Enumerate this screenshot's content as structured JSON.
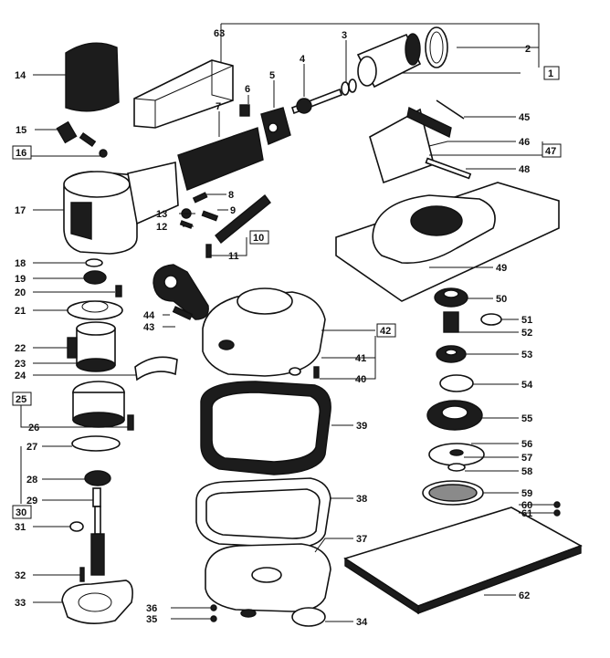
{
  "labels": [
    {
      "key": "l1",
      "text": "1",
      "boxed": true
    },
    {
      "key": "l2",
      "text": "2"
    },
    {
      "key": "l3",
      "text": "3"
    },
    {
      "key": "l4",
      "text": "4"
    },
    {
      "key": "l5",
      "text": "5"
    },
    {
      "key": "l6",
      "text": "6"
    },
    {
      "key": "l7",
      "text": "7"
    },
    {
      "key": "l8",
      "text": "8"
    },
    {
      "key": "l9",
      "text": "9"
    },
    {
      "key": "l10",
      "text": "10",
      "boxed": true
    },
    {
      "key": "l11",
      "text": "11"
    },
    {
      "key": "l12",
      "text": "12"
    },
    {
      "key": "l13",
      "text": "13"
    },
    {
      "key": "l14",
      "text": "14"
    },
    {
      "key": "l15",
      "text": "15"
    },
    {
      "key": "l16",
      "text": "16",
      "boxed": true
    },
    {
      "key": "l17",
      "text": "17"
    },
    {
      "key": "l18",
      "text": "18"
    },
    {
      "key": "l19",
      "text": "19"
    },
    {
      "key": "l20",
      "text": "20"
    },
    {
      "key": "l21",
      "text": "21"
    },
    {
      "key": "l22",
      "text": "22"
    },
    {
      "key": "l23",
      "text": "23"
    },
    {
      "key": "l24",
      "text": "24"
    },
    {
      "key": "l25",
      "text": "25",
      "boxed": true
    },
    {
      "key": "l26",
      "text": "26"
    },
    {
      "key": "l27",
      "text": "27"
    },
    {
      "key": "l28",
      "text": "28"
    },
    {
      "key": "l29",
      "text": "29"
    },
    {
      "key": "l30",
      "text": "30",
      "boxed": true
    },
    {
      "key": "l31",
      "text": "31"
    },
    {
      "key": "l32",
      "text": "32"
    },
    {
      "key": "l33",
      "text": "33"
    },
    {
      "key": "l34",
      "text": "34"
    },
    {
      "key": "l35",
      "text": "35"
    },
    {
      "key": "l36",
      "text": "36"
    },
    {
      "key": "l37",
      "text": "37"
    },
    {
      "key": "l38",
      "text": "38"
    },
    {
      "key": "l39",
      "text": "39"
    },
    {
      "key": "l40",
      "text": "40"
    },
    {
      "key": "l41",
      "text": "41"
    },
    {
      "key": "l42",
      "text": "42",
      "boxed": true
    },
    {
      "key": "l43",
      "text": "43"
    },
    {
      "key": "l44",
      "text": "44"
    },
    {
      "key": "l45",
      "text": "45"
    },
    {
      "key": "l46",
      "text": "46"
    },
    {
      "key": "l47",
      "text": "47",
      "boxed": true
    },
    {
      "key": "l48",
      "text": "48"
    },
    {
      "key": "l49",
      "text": "49"
    },
    {
      "key": "l50",
      "text": "50"
    },
    {
      "key": "l51",
      "text": "51"
    },
    {
      "key": "l52",
      "text": "52"
    },
    {
      "key": "l53",
      "text": "53"
    },
    {
      "key": "l54",
      "text": "54"
    },
    {
      "key": "l55",
      "text": "55"
    },
    {
      "key": "l56",
      "text": "56"
    },
    {
      "key": "l57",
      "text": "57"
    },
    {
      "key": "l58",
      "text": "58"
    },
    {
      "key": "l59",
      "text": "59"
    },
    {
      "key": "l60",
      "text": "60"
    },
    {
      "key": "l61",
      "text": "61"
    },
    {
      "key": "l62",
      "text": "62"
    },
    {
      "key": "l63",
      "text": "63"
    }
  ]
}
